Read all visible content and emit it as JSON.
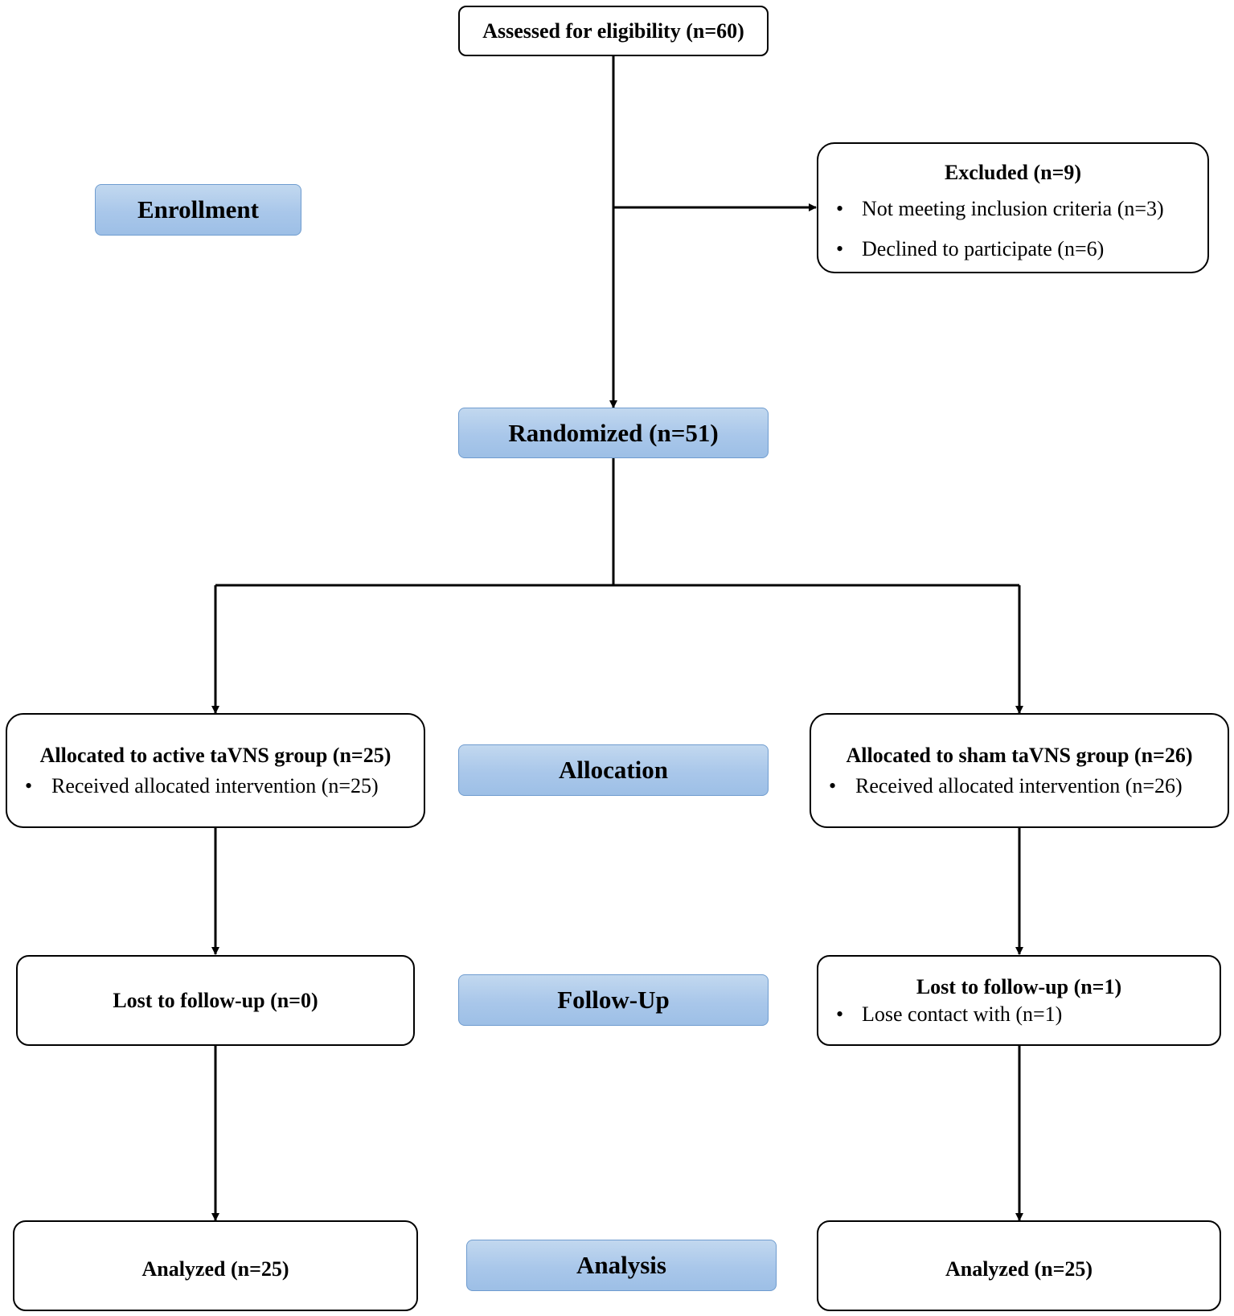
{
  "colors": {
    "stage_fill": "#a9c7ea",
    "stage_border": "#6f9ccf",
    "box_border": "#000000",
    "line": "#000000"
  },
  "stages": {
    "enrollment": "Enrollment",
    "allocation": "Allocation",
    "follow_up": "Follow-Up",
    "analysis": "Analysis"
  },
  "assessed": {
    "title": "Assessed for eligibility (n=60)"
  },
  "excluded": {
    "title": "Excluded (n=9)",
    "items": [
      "Not meeting inclusion criteria (n=3)",
      "Declined to participate (n=6)"
    ]
  },
  "randomized": {
    "title": "Randomized (n=51)"
  },
  "active_arm": {
    "allocation_title": "Allocated to active taVNS group (n=25)",
    "allocation_items": [
      "Received allocated intervention (n=25)"
    ],
    "follow_up_title": "Lost to follow-up (n=0)",
    "analysis_title": "Analyzed (n=25)"
  },
  "sham_arm": {
    "allocation_title": "Allocated to sham taVNS group (n=26)",
    "allocation_items": [
      "Received allocated intervention (n=26)"
    ],
    "follow_up_title": "Lost to follow-up (n=1)",
    "follow_up_items": [
      "Lose contact with (n=1)"
    ],
    "analysis_title": "Analyzed (n=25)"
  },
  "bullet_symbol": "•"
}
